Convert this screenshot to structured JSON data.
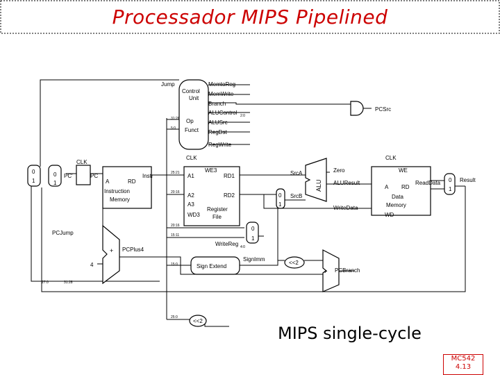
{
  "title": "Processador MIPS Pipelined",
  "caption": "MIPS single-cycle",
  "badge": {
    "line1": "MC542",
    "line2": "4.13"
  },
  "colors": {
    "title": "#cc0000",
    "badge": "#cc0000",
    "lines": "#000000"
  },
  "labels": {
    "jump": "Jump",
    "memtoreg": "MemtoReg",
    "memwrite": "MemWrite",
    "branch": "Branch",
    "alucontrol": "ALUControl",
    "alucontrol_sub": "2:0",
    "pcsrc": "PCSrc",
    "alusrc": "ALUSrc",
    "regdst": "RegDst",
    "regwrite": "RegWrite",
    "control_unit_1": "Control",
    "control_unit_2": "Unit",
    "op": "Op",
    "funct": "Funct",
    "bits_31_26": "31:26",
    "bits_5_0": "5:0",
    "clk_left": "CLK",
    "clk_mid": "CLK",
    "clk_right": "CLK",
    "mux0_0": "0",
    "mux0_1": "1",
    "mux1_0": "0",
    "mux1_1": "1",
    "pc_prime": "PC'",
    "pc": "PC",
    "imem_a": "A",
    "imem_rd": "RD",
    "imem_name_1": "Instruction",
    "imem_name_2": "Memory",
    "instr": "Instr",
    "bits_25_21": "25:21",
    "bits_20_16a": "20:16",
    "bits_20_16b": "20:16",
    "bits_15_11": "15:11",
    "bits_15_0": "15:0",
    "bits_25_0": "25:0",
    "rf_a1": "A1",
    "rf_we3": "WE3",
    "rf_rd1": "RD1",
    "rf_a2": "A2",
    "rf_rd2": "RD2",
    "rf_a3": "A3",
    "rf_wd3": "WD3",
    "rf_name_1": "Register",
    "rf_name_2": "File",
    "srca": "SrcA",
    "srcb": "SrcB",
    "srcb_0": "0",
    "srcb_1": "1",
    "zero": "Zero",
    "alu": "ALU",
    "aluresult": "ALUResult",
    "writedata": "WriteData",
    "dmem_we": "WE",
    "dmem_a": "A",
    "dmem_rd": "RD",
    "dmem_name_1": "Data",
    "dmem_name_2": "Memory",
    "dmem_wd": "WD",
    "readdata": "ReadData",
    "result": "Result",
    "res_0": "0",
    "res_1": "1",
    "wr_0": "0",
    "wr_1": "1",
    "writereg": "WriteReg",
    "writereg_sub": "4:0",
    "pcjump": "PCJump",
    "pcplus4": "PCPlus4",
    "plus_a": "+",
    "plus_b": "+",
    "four": "4",
    "signext": "Sign Extend",
    "signimm": "SignImm",
    "sl2_a": "<<2",
    "sl2_b": "<<2",
    "pcbranch": "PCBranch",
    "bits_27_0": "27:0",
    "bits_31_28": "31:28"
  }
}
